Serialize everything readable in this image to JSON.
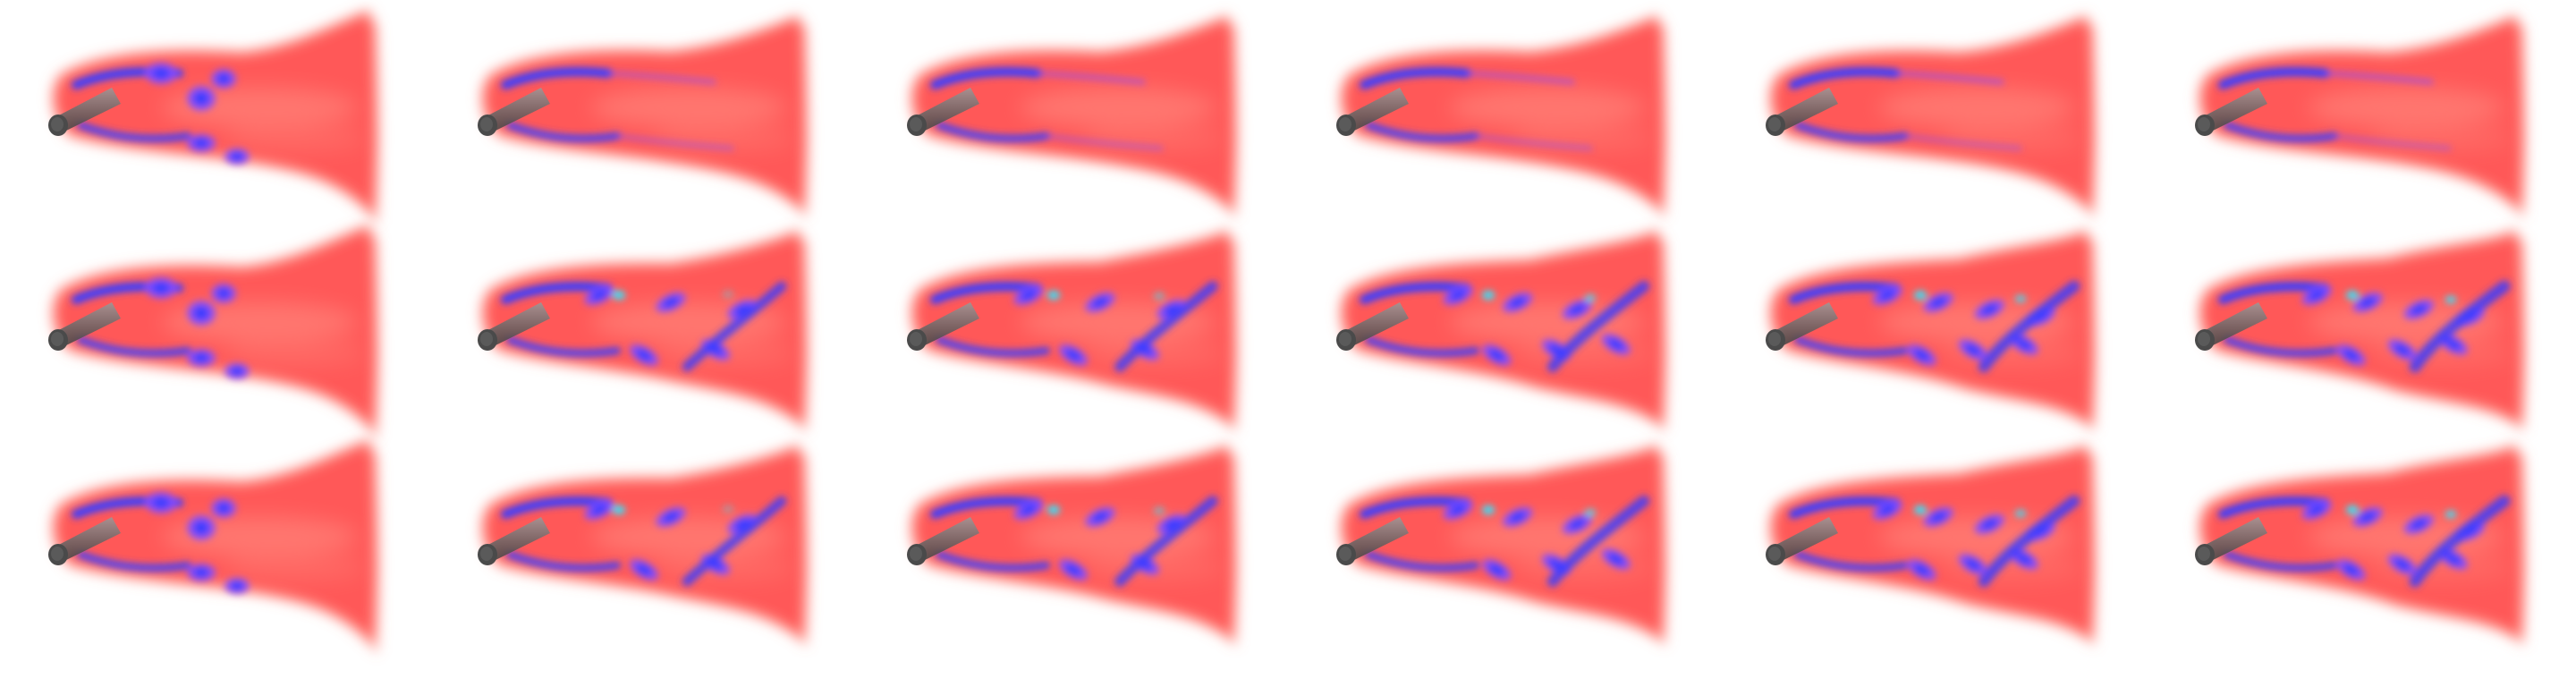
{
  "figure": {
    "rows": 3,
    "cols": 6,
    "background": "#ffffff",
    "colors": {
      "plume_main": "#ff4b4b",
      "plume_edge": "#ff7b6e",
      "vortex_core": "#3b3dff",
      "vortex_glow": "#8a4dff",
      "vortex_hot": "#2fe6ff",
      "cylinder": "#6a6a6a",
      "cylinder_cap": "#4a4a4a"
    },
    "panels": [
      {
        "row": 0,
        "col": 0,
        "variant": "front",
        "turbulence": 0.0
      },
      {
        "row": 0,
        "col": 1,
        "variant": "smooth",
        "turbulence": 0.1
      },
      {
        "row": 0,
        "col": 2,
        "variant": "smooth",
        "turbulence": 0.05
      },
      {
        "row": 0,
        "col": 3,
        "variant": "smooth",
        "turbulence": 0.05
      },
      {
        "row": 0,
        "col": 4,
        "variant": "smooth",
        "turbulence": 0.0
      },
      {
        "row": 0,
        "col": 5,
        "variant": "smooth",
        "turbulence": 0.0
      },
      {
        "row": 1,
        "col": 0,
        "variant": "front",
        "turbulence": 0.0
      },
      {
        "row": 1,
        "col": 1,
        "variant": "vortex",
        "turbulence": 0.4
      },
      {
        "row": 1,
        "col": 2,
        "variant": "vortex",
        "turbulence": 0.6
      },
      {
        "row": 1,
        "col": 3,
        "variant": "vortex",
        "turbulence": 0.8
      },
      {
        "row": 1,
        "col": 4,
        "variant": "vortex",
        "turbulence": 0.9
      },
      {
        "row": 1,
        "col": 5,
        "variant": "vortex",
        "turbulence": 1.0
      },
      {
        "row": 2,
        "col": 0,
        "variant": "front",
        "turbulence": 0.0
      },
      {
        "row": 2,
        "col": 1,
        "variant": "vortex",
        "turbulence": 0.4
      },
      {
        "row": 2,
        "col": 2,
        "variant": "vortex",
        "turbulence": 0.6
      },
      {
        "row": 2,
        "col": 3,
        "variant": "vortex",
        "turbulence": 0.8
      },
      {
        "row": 2,
        "col": 4,
        "variant": "vortex",
        "turbulence": 0.9
      },
      {
        "row": 2,
        "col": 5,
        "variant": "vortex",
        "turbulence": 1.0
      }
    ]
  }
}
